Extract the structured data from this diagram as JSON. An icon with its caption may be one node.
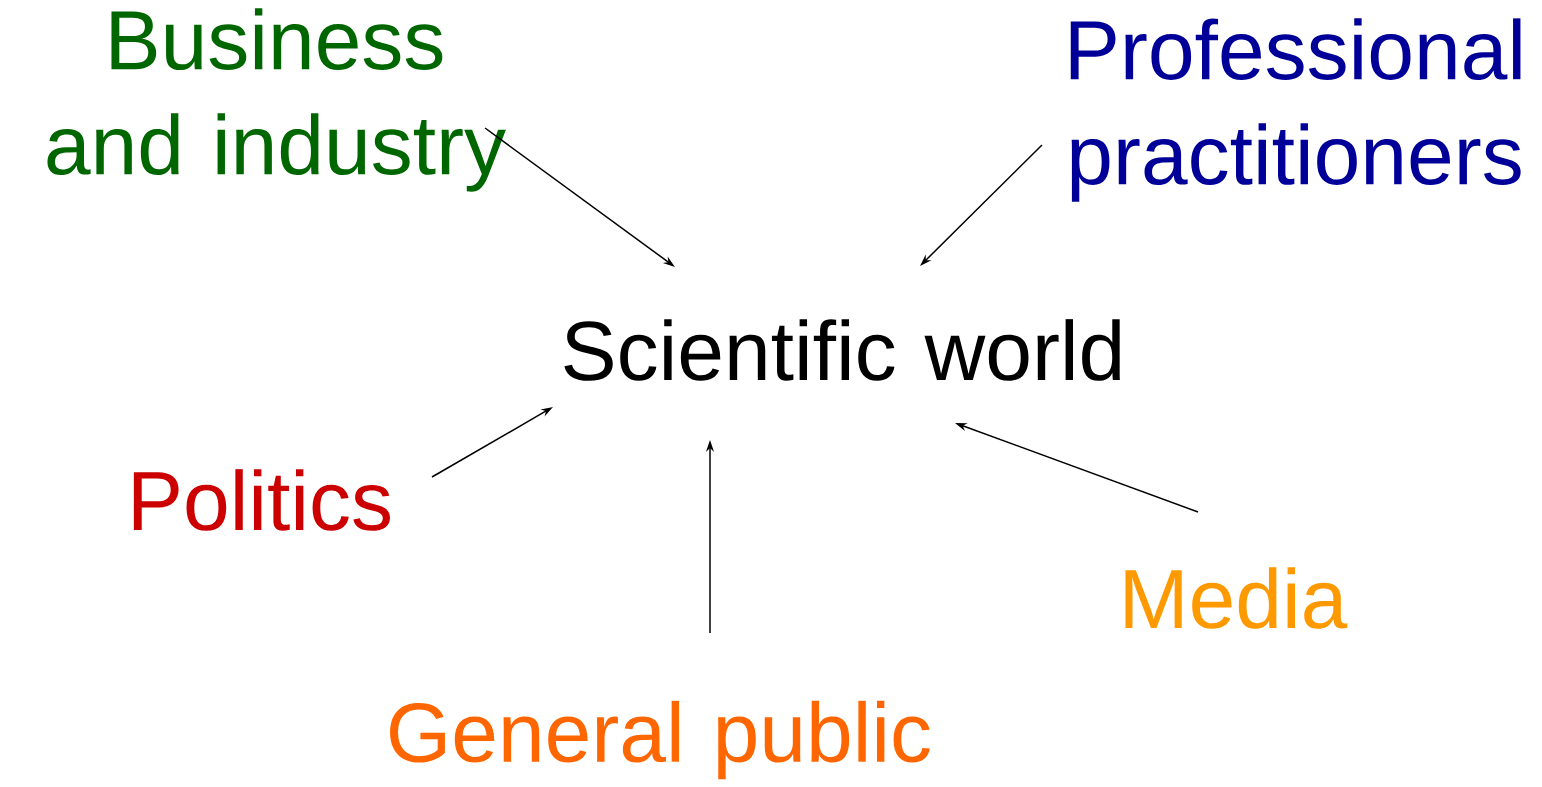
{
  "diagram": {
    "nodes": [
      {
        "text": [
          "Scientific world"
        ]
      },
      {
        "text": [
          "Business and industry"
        ]
      },
      {
        "text": [
          "Professional practitioners"
        ]
      },
      {
        "text": [
          "Politics"
        ]
      },
      {
        "text": [
          "General public"
        ]
      },
      {
        "text": [
          "Media"
        ]
      }
    ],
    "edges": [
      {
        "from": 1,
        "to": 0,
        "arrow": "to"
      },
      {
        "from": 2,
        "to": 0,
        "arrow": "to"
      },
      {
        "from": 3,
        "to": 0,
        "arrow": "to"
      },
      {
        "from": 4,
        "to": 0,
        "arrow": "to"
      },
      {
        "from": 5,
        "to": 0,
        "arrow": "to"
      }
    ]
  }
}
